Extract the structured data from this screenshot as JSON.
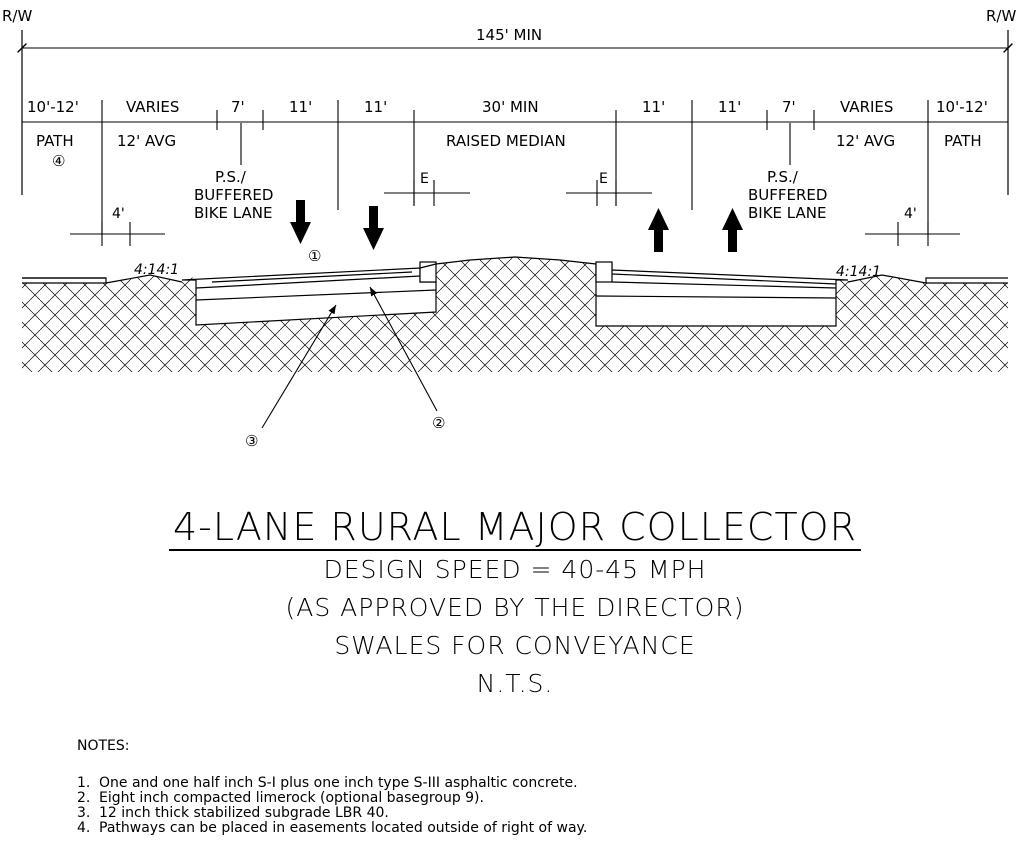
{
  "rw_left": "R/W",
  "rw_right": "R/W",
  "overall_width": "145' MIN",
  "dims": {
    "left_path": "10'-12'",
    "left_varies": "VARIES",
    "left_ps": "7'",
    "left_lane1": "11'",
    "left_lane2": "11'",
    "median": "30' MIN",
    "right_lane1": "11'",
    "right_lane2": "11'",
    "right_ps": "7'",
    "right_varies": "VARIES",
    "right_path": "10'-12'"
  },
  "labels": {
    "path_left": "PATH",
    "path_right": "PATH",
    "avg_left": "12' AVG",
    "avg_right": "12' AVG",
    "raised_median": "RAISED MEDIAN",
    "ps_left_1": "P.S./",
    "ps_left_2": "BUFFERED",
    "ps_left_3": "BIKE LANE",
    "ps_right_1": "P.S./",
    "ps_right_2": "BUFFERED",
    "ps_right_3": "BIKE LANE",
    "e_left": "E",
    "e_right": "E",
    "four_left": "4'",
    "four_right": "4'",
    "slope_left": "4:14:1",
    "slope_right": "4:14:1"
  },
  "callouts": {
    "c1": "①",
    "c2": "②",
    "c3": "③",
    "c4": "④"
  },
  "title": "4-LANE RURAL MAJOR COLLECTOR",
  "subtitle_lines": [
    "DESIGN SPEED = 40-45 MPH",
    "(AS APPROVED BY THE DIRECTOR)",
    "SWALES FOR CONVEYANCE",
    "N.T.S."
  ],
  "notes": {
    "heading": "NOTES:",
    "items": [
      {
        "num": "1.",
        "text": "One and one half inch S-I plus one inch type S-III asphaltic concrete."
      },
      {
        "num": "2.",
        "text": "Eight inch compacted limerock (optional basegroup 9)."
      },
      {
        "num": "3.",
        "text": "12 inch thick stabilized subgrade LBR 40."
      },
      {
        "num": "4.",
        "text": "Pathways can be placed in easements located outside of right of way."
      }
    ]
  }
}
